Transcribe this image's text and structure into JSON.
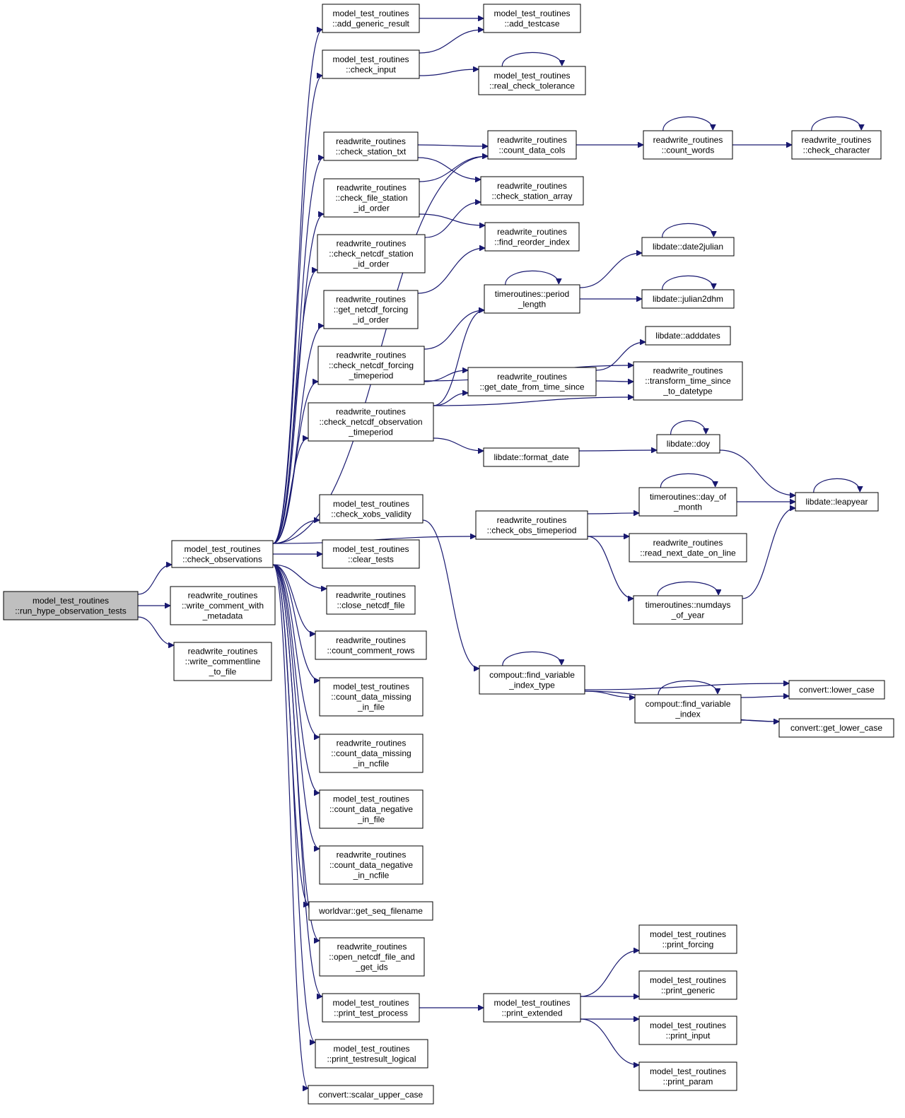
{
  "diagram": {
    "type": "call-graph",
    "nodes": [
      {
        "id": "run_hype",
        "lines": [
          "model_test_routines",
          "::run_hype_observation_tests"
        ],
        "root": true
      },
      {
        "id": "check_obs",
        "lines": [
          "model_test_routines",
          "::check_observations"
        ]
      },
      {
        "id": "write_comment_meta",
        "lines": [
          "readwrite_routines",
          "::write_comment_with",
          "_metadata"
        ]
      },
      {
        "id": "write_commentline",
        "lines": [
          "readwrite_routines",
          "::write_commentline",
          "_to_file"
        ]
      },
      {
        "id": "add_generic",
        "lines": [
          "model_test_routines",
          "::add_generic_result"
        ]
      },
      {
        "id": "check_input",
        "lines": [
          "model_test_routines",
          "::check_input"
        ]
      },
      {
        "id": "check_station_txt",
        "lines": [
          "readwrite_routines",
          "::check_station_txt"
        ]
      },
      {
        "id": "check_file_station",
        "lines": [
          "readwrite_routines",
          "::check_file_station",
          "_id_order"
        ]
      },
      {
        "id": "check_netcdf_station",
        "lines": [
          "readwrite_routines",
          "::check_netcdf_station",
          "_id_order"
        ]
      },
      {
        "id": "get_netcdf_forcing",
        "lines": [
          "readwrite_routines",
          "::get_netcdf_forcing",
          "_id_order"
        ]
      },
      {
        "id": "check_netcdf_forcing_tp",
        "lines": [
          "readwrite_routines",
          "::check_netcdf_forcing",
          "_timeperiod"
        ]
      },
      {
        "id": "check_netcdf_obs_tp",
        "lines": [
          "readwrite_routines",
          "::check_netcdf_observation",
          "_timeperiod"
        ]
      },
      {
        "id": "check_xobs",
        "lines": [
          "model_test_routines",
          "::check_xobs_validity"
        ]
      },
      {
        "id": "clear_tests",
        "lines": [
          "model_test_routines",
          "::clear_tests"
        ]
      },
      {
        "id": "close_netcdf",
        "lines": [
          "readwrite_routines",
          "::close_netcdf_file"
        ]
      },
      {
        "id": "count_comment_rows",
        "lines": [
          "readwrite_routines",
          "::count_comment_rows"
        ]
      },
      {
        "id": "cdm_file",
        "lines": [
          "model_test_routines",
          "::count_data_missing",
          "_in_file"
        ]
      },
      {
        "id": "cdm_nc",
        "lines": [
          "readwrite_routines",
          "::count_data_missing",
          "_in_ncfile"
        ]
      },
      {
        "id": "cdn_file",
        "lines": [
          "model_test_routines",
          "::count_data_negative",
          "_in_file"
        ]
      },
      {
        "id": "cdn_nc",
        "lines": [
          "readwrite_routines",
          "::count_data_negative",
          "_in_ncfile"
        ]
      },
      {
        "id": "get_seq_filename",
        "lines": [
          "worldvar::get_seq_filename"
        ]
      },
      {
        "id": "open_netcdf",
        "lines": [
          "readwrite_routines",
          "::open_netcdf_file_and",
          "_get_ids"
        ]
      },
      {
        "id": "print_test_process",
        "lines": [
          "model_test_routines",
          "::print_test_process"
        ]
      },
      {
        "id": "print_testresult_logical",
        "lines": [
          "model_test_routines",
          "::print_testresult_logical"
        ]
      },
      {
        "id": "scalar_upper_case",
        "lines": [
          "convert::scalar_upper_case"
        ]
      },
      {
        "id": "add_testcase",
        "lines": [
          "model_test_routines",
          "::add_testcase"
        ]
      },
      {
        "id": "real_check_tol",
        "lines": [
          "model_test_routines",
          "::real_check_tolerance"
        ]
      },
      {
        "id": "count_data_cols",
        "lines": [
          "readwrite_routines",
          "::count_data_cols"
        ]
      },
      {
        "id": "check_station_array",
        "lines": [
          "readwrite_routines",
          "::check_station_array"
        ]
      },
      {
        "id": "find_reorder_index",
        "lines": [
          "readwrite_routines",
          "::find_reorder_index"
        ]
      },
      {
        "id": "period_length",
        "lines": [
          "timeroutines::period",
          "_length"
        ]
      },
      {
        "id": "get_date_from_time_since",
        "lines": [
          "readwrite_routines",
          "::get_date_from_time_since"
        ]
      },
      {
        "id": "format_date",
        "lines": [
          "libdate::format_date"
        ]
      },
      {
        "id": "check_obs_timeperiod",
        "lines": [
          "readwrite_routines",
          "::check_obs_timeperiod"
        ]
      },
      {
        "id": "find_variable_index_type",
        "lines": [
          "compout::find_variable",
          "_index_type"
        ]
      },
      {
        "id": "print_extended",
        "lines": [
          "model_test_routines",
          "::print_extended"
        ]
      },
      {
        "id": "count_words",
        "lines": [
          "readwrite_routines",
          "::count_words"
        ]
      },
      {
        "id": "check_character",
        "lines": [
          "readwrite_routines",
          "::check_character"
        ]
      },
      {
        "id": "date2julian",
        "lines": [
          "libdate::date2julian"
        ]
      },
      {
        "id": "julian2dhm",
        "lines": [
          "libdate::julian2dhm"
        ]
      },
      {
        "id": "adddates",
        "lines": [
          "libdate::adddates"
        ]
      },
      {
        "id": "transform_time_since",
        "lines": [
          "readwrite_routines",
          "::transform_time_since",
          "_to_datetype"
        ]
      },
      {
        "id": "doy",
        "lines": [
          "libdate::doy"
        ]
      },
      {
        "id": "day_of_month",
        "lines": [
          "timeroutines::day_of",
          "_month"
        ]
      },
      {
        "id": "leapyear",
        "lines": [
          "libdate::leapyear"
        ]
      },
      {
        "id": "read_next_date",
        "lines": [
          "readwrite_routines",
          "::read_next_date_on_line"
        ]
      },
      {
        "id": "numdays_of_year",
        "lines": [
          "timeroutines::numdays",
          "_of_year"
        ]
      },
      {
        "id": "find_variable_index",
        "lines": [
          "compout::find_variable",
          "_index"
        ]
      },
      {
        "id": "lower_case",
        "lines": [
          "convert::lower_case"
        ]
      },
      {
        "id": "get_lower_case",
        "lines": [
          "convert::get_lower_case"
        ]
      },
      {
        "id": "print_forcing",
        "lines": [
          "model_test_routines",
          "::print_forcing"
        ]
      },
      {
        "id": "print_generic",
        "lines": [
          "model_test_routines",
          "::print_generic"
        ]
      },
      {
        "id": "print_input",
        "lines": [
          "model_test_routines",
          "::print_input"
        ]
      },
      {
        "id": "print_param",
        "lines": [
          "model_test_routines",
          "::print_param"
        ]
      }
    ],
    "edges": [
      [
        "run_hype",
        "check_obs"
      ],
      [
        "run_hype",
        "write_comment_meta"
      ],
      [
        "run_hype",
        "write_commentline"
      ],
      [
        "check_obs",
        "add_generic"
      ],
      [
        "check_obs",
        "check_input"
      ],
      [
        "check_obs",
        "count_data_cols"
      ],
      [
        "check_obs",
        "check_station_txt"
      ],
      [
        "check_obs",
        "check_file_station"
      ],
      [
        "check_obs",
        "check_netcdf_station"
      ],
      [
        "check_obs",
        "get_netcdf_forcing"
      ],
      [
        "check_obs",
        "check_netcdf_forcing_tp"
      ],
      [
        "check_obs",
        "check_netcdf_obs_tp"
      ],
      [
        "check_obs",
        "check_obs_timeperiod"
      ],
      [
        "check_obs",
        "check_xobs"
      ],
      [
        "check_obs",
        "clear_tests"
      ],
      [
        "check_obs",
        "close_netcdf"
      ],
      [
        "check_obs",
        "count_comment_rows"
      ],
      [
        "check_obs",
        "cdm_file"
      ],
      [
        "check_obs",
        "cdm_nc"
      ],
      [
        "check_obs",
        "cdn_file"
      ],
      [
        "check_obs",
        "cdn_nc"
      ],
      [
        "check_obs",
        "get_seq_filename"
      ],
      [
        "check_obs",
        "open_netcdf"
      ],
      [
        "check_obs",
        "print_test_process"
      ],
      [
        "check_obs",
        "print_testresult_logical"
      ],
      [
        "check_obs",
        "scalar_upper_case"
      ],
      [
        "add_generic",
        "add_testcase"
      ],
      [
        "check_input",
        "add_testcase"
      ],
      [
        "check_input",
        "real_check_tol"
      ],
      [
        "real_check_tol",
        "real_check_tol"
      ],
      [
        "check_station_txt",
        "count_data_cols"
      ],
      [
        "check_station_txt",
        "check_station_array"
      ],
      [
        "check_file_station",
        "count_data_cols"
      ],
      [
        "check_file_station",
        "find_reorder_index"
      ],
      [
        "check_netcdf_station",
        "check_station_array"
      ],
      [
        "get_netcdf_forcing",
        "find_reorder_index"
      ],
      [
        "count_data_cols",
        "count_words"
      ],
      [
        "count_words",
        "count_words"
      ],
      [
        "count_words",
        "check_character"
      ],
      [
        "check_character",
        "check_character"
      ],
      [
        "check_netcdf_forcing_tp",
        "period_length"
      ],
      [
        "check_netcdf_forcing_tp",
        "get_date_from_time_since"
      ],
      [
        "check_netcdf_forcing_tp",
        "transform_time_since"
      ],
      [
        "check_netcdf_obs_tp",
        "period_length"
      ],
      [
        "check_netcdf_obs_tp",
        "get_date_from_time_since"
      ],
      [
        "check_netcdf_obs_tp",
        "transform_time_since"
      ],
      [
        "check_netcdf_obs_tp",
        "format_date"
      ],
      [
        "period_length",
        "period_length"
      ],
      [
        "period_length",
        "date2julian"
      ],
      [
        "period_length",
        "julian2dhm"
      ],
      [
        "date2julian",
        "date2julian"
      ],
      [
        "julian2dhm",
        "julian2dhm"
      ],
      [
        "get_date_from_time_since",
        "adddates"
      ],
      [
        "get_date_from_time_since",
        "transform_time_since"
      ],
      [
        "format_date",
        "doy"
      ],
      [
        "doy",
        "doy"
      ],
      [
        "doy",
        "leapyear"
      ],
      [
        "check_obs_timeperiod",
        "day_of_month"
      ],
      [
        "check_obs_timeperiod",
        "read_next_date"
      ],
      [
        "check_obs_timeperiod",
        "numdays_of_year"
      ],
      [
        "day_of_month",
        "day_of_month"
      ],
      [
        "day_of_month",
        "leapyear"
      ],
      [
        "leapyear",
        "leapyear"
      ],
      [
        "numdays_of_year",
        "numdays_of_year"
      ],
      [
        "numdays_of_year",
        "leapyear"
      ],
      [
        "check_xobs",
        "find_variable_index_type"
      ],
      [
        "find_variable_index_type",
        "find_variable_index_type"
      ],
      [
        "find_variable_index_type",
        "lower_case"
      ],
      [
        "find_variable_index_type",
        "find_variable_index"
      ],
      [
        "find_variable_index_type",
        "get_lower_case"
      ],
      [
        "find_variable_index",
        "find_variable_index"
      ],
      [
        "find_variable_index",
        "lower_case"
      ],
      [
        "find_variable_index",
        "get_lower_case"
      ],
      [
        "print_test_process",
        "print_extended"
      ],
      [
        "print_extended",
        "print_forcing"
      ],
      [
        "print_extended",
        "print_generic"
      ],
      [
        "print_extended",
        "print_input"
      ],
      [
        "print_extended",
        "print_param"
      ]
    ]
  }
}
